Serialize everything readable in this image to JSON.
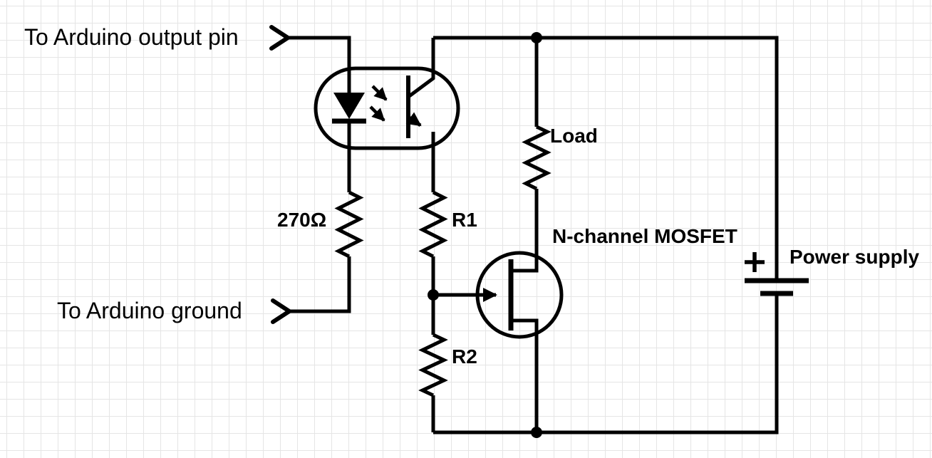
{
  "diagram": {
    "kind": "circuit-schematic",
    "background": "grid-paper"
  },
  "labels": {
    "arduino_output_pin": "To Arduino output pin",
    "arduino_ground": "To Arduino ground",
    "led_resistor_value": "270Ω",
    "r1": "R1",
    "r2": "R2",
    "load": "Load",
    "mosfet": "N-channel MOSFET",
    "power_supply": "Power supply"
  },
  "battery": {
    "polarity_marker": "+"
  },
  "colors": {
    "ink": "#000000",
    "grid": "#e5e5e5",
    "background": "#ffffff"
  },
  "components": [
    {
      "id": "connector-output-pin",
      "type": "terminal-connector",
      "label": "To Arduino output pin"
    },
    {
      "id": "connector-ground",
      "type": "terminal-connector",
      "label": "To Arduino ground"
    },
    {
      "id": "optocoupler",
      "type": "optocoupler",
      "parts": [
        "led",
        "light-arrows",
        "phototransistor"
      ]
    },
    {
      "id": "led-resistor",
      "type": "resistor",
      "label": "270Ω"
    },
    {
      "id": "r1",
      "type": "resistor",
      "label": "R1"
    },
    {
      "id": "r2",
      "type": "resistor",
      "label": "R2"
    },
    {
      "id": "load",
      "type": "resistor",
      "label": "Load"
    },
    {
      "id": "mosfet",
      "type": "n-channel-mosfet",
      "label": "N-channel MOSFET"
    },
    {
      "id": "power-supply",
      "type": "battery",
      "label": "Power supply",
      "polarity": "+"
    }
  ]
}
